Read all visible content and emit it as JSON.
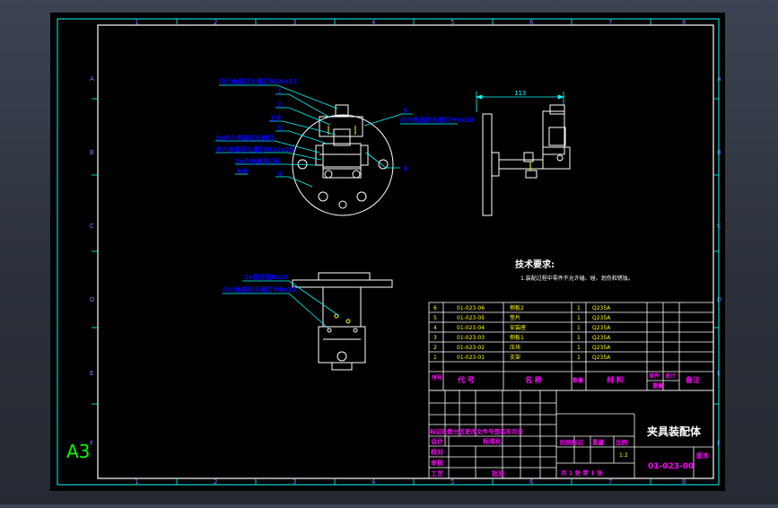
{
  "sheet": {
    "size_label": "A3",
    "column_numbers": [
      "1",
      "2",
      "3",
      "4",
      "5",
      "6",
      "7",
      "8"
    ],
    "row_letters": [
      "A",
      "B",
      "C",
      "D",
      "E",
      "F"
    ]
  },
  "leaders": {
    "bolt_top": "内六角圆柱头螺钉M10x25",
    "n1": "1",
    "n2": "2",
    "workpiece": "工件",
    "n3": "3",
    "n5": "5",
    "bolt_right": "内六角圆柱头螺钉M8x18",
    "bolts_2x": "2x内六角圆柱头螺钉",
    "bolt_m10": "内六角圆柱头螺钉M10x25",
    "pin_2x": "2x六角螺母C级",
    "m8": "M8",
    "n4": "4",
    "n6": "6",
    "pin_lower": "2x圆柱销6x28",
    "bolt_lower": "内六角圆柱头螺钉M8x25"
  },
  "dimension": {
    "value": "113"
  },
  "tech": {
    "title": "技术要求:",
    "item": "1.装配过程中零件不允许磕、碰、划伤和锈蚀。"
  },
  "bom": {
    "rows": [
      {
        "no": "6",
        "code": "01-023-06",
        "name": "侧板2",
        "qty": "1",
        "material": "Q235A"
      },
      {
        "no": "5",
        "code": "01-023-05",
        "name": "垫片",
        "qty": "1",
        "material": "Q235A"
      },
      {
        "no": "4",
        "code": "01-023-04",
        "name": "安装座",
        "qty": "1",
        "material": "Q235A"
      },
      {
        "no": "3",
        "code": "01-023-03",
        "name": "侧板1",
        "qty": "1",
        "material": "Q235A"
      },
      {
        "no": "2",
        "code": "01-023-02",
        "name": "压块",
        "qty": "1",
        "material": "Q235A"
      },
      {
        "no": "1",
        "code": "01-023-01",
        "name": "支架",
        "qty": "1",
        "material": "Q235A"
      }
    ],
    "header": {
      "no": "序号",
      "code": "代  号",
      "name": "名  称",
      "qty": "数量",
      "material": "材  料",
      "unit_weight": "单件",
      "total_weight": "总计",
      "weight": "重量",
      "remark": "备注"
    }
  },
  "title_block": {
    "title": "夹具装配体",
    "drawing_no": "01-023-00",
    "change_row": "标记处数分区更改文件号签名年月日",
    "design": "设计",
    "standardization": "标准化",
    "check": "校对",
    "review": "审核",
    "process": "工艺",
    "approve": "批准",
    "stage_label": "阶段标记",
    "weight_label": "重量",
    "scale_label": "比例",
    "scale": "1:2",
    "sheets": "共 1 张 第 1 张",
    "version": "版本"
  },
  "colors": {
    "background": "#000000",
    "frame": "#ffffff",
    "border_cyan": "#00ffff",
    "annotation": "#0000ff",
    "leader": "#00ffff",
    "table": "#ffffff",
    "table_text": "#ff00ff",
    "dim": "#00ffff",
    "part_text": "#ffff00",
    "size_label": "#00ff00"
  }
}
